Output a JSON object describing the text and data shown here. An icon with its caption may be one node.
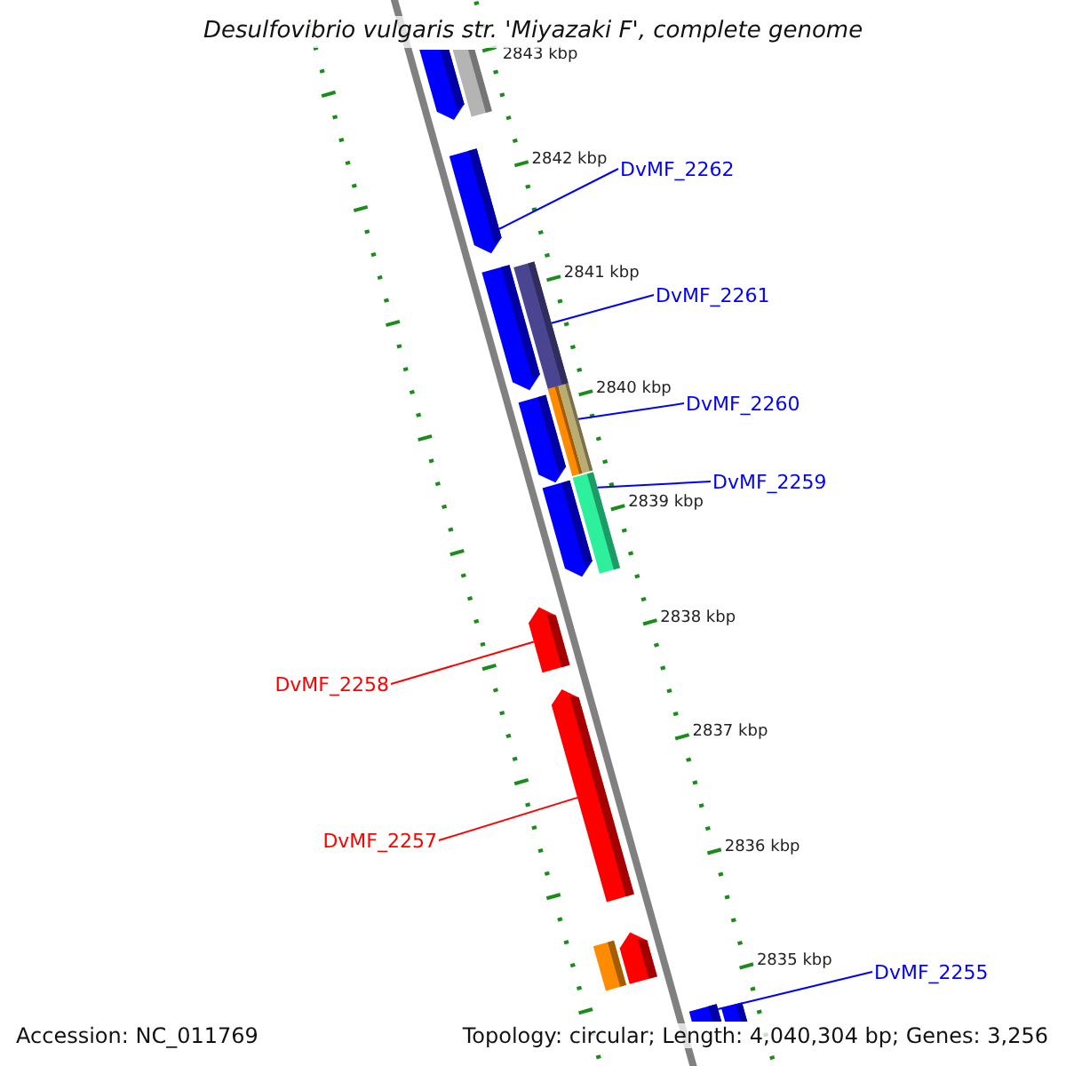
{
  "diagram": {
    "title": "Desulfovibrio vulgaris str. 'Miyazaki F', complete genome",
    "nodes": [
      {
        "text": [
          "DvMF_2262"
        ]
      },
      {
        "text": [
          "DvMF_2261"
        ]
      },
      {
        "text": [
          "DvMF_2260"
        ]
      },
      {
        "text": [
          "DvMF_2259"
        ]
      },
      {
        "text": [
          "DvMF_2258"
        ]
      },
      {
        "text": [
          "DvMF_2257"
        ]
      },
      {
        "text": [
          "DvMF_2255"
        ]
      },
      {
        "text": [],
        "shape": "arrow"
      },
      {
        "text": [],
        "shape": "bar"
      },
      {
        "text": [],
        "shape": "arrow"
      },
      {
        "text": [],
        "shape": "arrow"
      },
      {
        "text": [],
        "shape": "bar"
      },
      {
        "text": [],
        "shape": "arrow"
      },
      {
        "text": [],
        "shape": "bar"
      },
      {
        "text": [],
        "shape": "bar"
      },
      {
        "text": [],
        "shape": "bar"
      },
      {
        "text": [],
        "shape": "arrow"
      },
      {
        "text": [],
        "shape": "arrow"
      },
      {
        "text": [],
        "shape": "arrow"
      },
      {
        "text": [],
        "shape": "arrow"
      },
      {
        "text": [],
        "shape": "bar"
      },
      {
        "text": [],
        "shape": "bar"
      },
      {
        "text": [],
        "shape": "bar"
      }
    ],
    "edges": [
      {
        "from": 0,
        "to": 9,
        "arrow": "none"
      },
      {
        "from": 1,
        "to": 11,
        "arrow": "none"
      },
      {
        "from": 2,
        "to": 14,
        "arrow": "none"
      },
      {
        "from": 3,
        "to": 15,
        "arrow": "none"
      },
      {
        "from": 4,
        "to": 17,
        "arrow": "none",
        "color": "#ff0000"
      },
      {
        "from": 5,
        "to": 18,
        "arrow": "none",
        "color": "#ff0000"
      },
      {
        "from": 6,
        "to": 21,
        "arrow": "none"
      }
    ],
    "labels": [
      "2843 kbp",
      "2842 kbp",
      "2841 kbp",
      "2840 kbp",
      "2839 kbp",
      "2838 kbp",
      "2837 kbp",
      "2836 kbp",
      "2835 kbp",
      "Accession: NC_011769",
      "Topology: circular; Length: 4,040,304 bp; Genes: 3,256"
    ]
  }
}
